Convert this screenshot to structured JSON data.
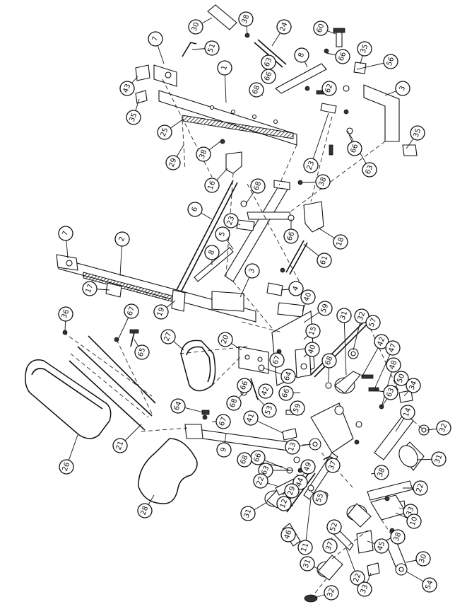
{
  "callouts": [
    {
      "id": "c30a",
      "text": "30"
    },
    {
      "id": "c38a",
      "text": "38"
    },
    {
      "id": "c24",
      "text": "24"
    },
    {
      "id": "c60",
      "text": "60"
    },
    {
      "id": "c7a",
      "text": "7"
    },
    {
      "id": "c51",
      "text": "51"
    },
    {
      "id": "c8a",
      "text": "8"
    },
    {
      "id": "c35a",
      "text": "35"
    },
    {
      "id": "c63a",
      "text": "63"
    },
    {
      "id": "c66a",
      "text": "66"
    },
    {
      "id": "c56",
      "text": "56"
    },
    {
      "id": "c66b",
      "text": "66"
    },
    {
      "id": "c1",
      "text": "1"
    },
    {
      "id": "c68a",
      "text": "68"
    },
    {
      "id": "c62",
      "text": "62"
    },
    {
      "id": "c3a",
      "text": "3"
    },
    {
      "id": "c43",
      "text": "43"
    },
    {
      "id": "c35b",
      "text": "35"
    },
    {
      "id": "c25",
      "text": "25"
    },
    {
      "id": "c35c",
      "text": "35"
    },
    {
      "id": "c29a",
      "text": "29"
    },
    {
      "id": "c38b",
      "text": "38"
    },
    {
      "id": "c23a",
      "text": "23"
    },
    {
      "id": "c66c",
      "text": "66"
    },
    {
      "id": "c63b",
      "text": "63"
    },
    {
      "id": "c16",
      "text": "16"
    },
    {
      "id": "c38c",
      "text": "38"
    },
    {
      "id": "c68b",
      "text": "68"
    },
    {
      "id": "c6",
      "text": "6"
    },
    {
      "id": "c18",
      "text": "18"
    },
    {
      "id": "c7b",
      "text": "7"
    },
    {
      "id": "c2",
      "text": "2"
    },
    {
      "id": "c23b",
      "text": "23"
    },
    {
      "id": "c66d",
      "text": "66"
    },
    {
      "id": "c5",
      "text": "5"
    },
    {
      "id": "c61",
      "text": "61"
    },
    {
      "id": "c8b",
      "text": "8"
    },
    {
      "id": "c3b",
      "text": "3"
    },
    {
      "id": "c17",
      "text": "17"
    },
    {
      "id": "c4",
      "text": "4"
    },
    {
      "id": "c40a",
      "text": "40"
    },
    {
      "id": "c19",
      "text": "19"
    },
    {
      "id": "c59a",
      "text": "59"
    },
    {
      "id": "c36",
      "text": "36"
    },
    {
      "id": "c67a",
      "text": "67"
    },
    {
      "id": "c31a",
      "text": "31"
    },
    {
      "id": "c32a",
      "text": "32"
    },
    {
      "id": "c15",
      "text": "15"
    },
    {
      "id": "c57",
      "text": "57"
    },
    {
      "id": "c27",
      "text": "27"
    },
    {
      "id": "c20",
      "text": "20"
    },
    {
      "id": "c65",
      "text": "65"
    },
    {
      "id": "c42a",
      "text": "42"
    },
    {
      "id": "c47",
      "text": "47"
    },
    {
      "id": "c40b",
      "text": "40"
    },
    {
      "id": "c68c",
      "text": "68"
    },
    {
      "id": "c48",
      "text": "48"
    },
    {
      "id": "c67b",
      "text": "67"
    },
    {
      "id": "c50",
      "text": "50"
    },
    {
      "id": "c64a",
      "text": "64"
    },
    {
      "id": "c34",
      "text": "34"
    },
    {
      "id": "c66e",
      "text": "66"
    },
    {
      "id": "c42b",
      "text": "42"
    },
    {
      "id": "c63c",
      "text": "63"
    },
    {
      "id": "c68d",
      "text": "68"
    },
    {
      "id": "c66f",
      "text": "66"
    },
    {
      "id": "c53",
      "text": "53"
    },
    {
      "id": "c26",
      "text": "26"
    },
    {
      "id": "c21",
      "text": "21"
    },
    {
      "id": "c59b",
      "text": "59"
    },
    {
      "id": "c14",
      "text": "14"
    },
    {
      "id": "c64b",
      "text": "64"
    },
    {
      "id": "c67c",
      "text": "67"
    },
    {
      "id": "c41",
      "text": "41"
    },
    {
      "id": "c32b",
      "text": "32"
    },
    {
      "id": "c9",
      "text": "9"
    },
    {
      "id": "c13",
      "text": "13"
    },
    {
      "id": "c66g",
      "text": "66"
    },
    {
      "id": "c31b",
      "text": "31"
    },
    {
      "id": "c68e",
      "text": "68"
    },
    {
      "id": "c63d",
      "text": "63"
    },
    {
      "id": "c49",
      "text": "49"
    },
    {
      "id": "c38d",
      "text": "38"
    },
    {
      "id": "c28",
      "text": "28"
    },
    {
      "id": "c22a",
      "text": "22"
    },
    {
      "id": "c44",
      "text": "44"
    },
    {
      "id": "c29b",
      "text": "29"
    },
    {
      "id": "c37a",
      "text": "37"
    },
    {
      "id": "c22b",
      "text": "22"
    },
    {
      "id": "c31c",
      "text": "31"
    },
    {
      "id": "c12",
      "text": "12"
    },
    {
      "id": "c55",
      "text": "55"
    },
    {
      "id": "c33a",
      "text": "33"
    },
    {
      "id": "c10",
      "text": "10"
    },
    {
      "id": "c46",
      "text": "46"
    },
    {
      "id": "c52",
      "text": "52"
    },
    {
      "id": "c11",
      "text": "11"
    },
    {
      "id": "c37b",
      "text": "37"
    },
    {
      "id": "c45",
      "text": "45"
    },
    {
      "id": "c38e",
      "text": "38"
    },
    {
      "id": "c31d",
      "text": "31"
    },
    {
      "id": "c22c",
      "text": "22"
    },
    {
      "id": "c33b",
      "text": "33"
    },
    {
      "id": "c30b",
      "text": "30"
    },
    {
      "id": "c54",
      "text": "54"
    },
    {
      "id": "c32c",
      "text": "32"
    }
  ]
}
